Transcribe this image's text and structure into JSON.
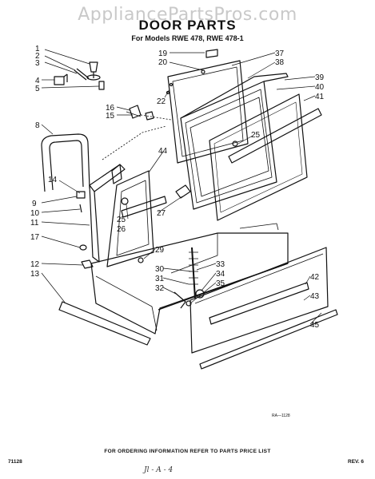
{
  "header": {
    "watermark": "AppliancePartsPros.com",
    "title": "DOOR PARTS",
    "subtitle": "For Models RWE 478, RWE 478-1"
  },
  "callouts": {
    "left": [
      "1",
      "2",
      "3",
      "4",
      "5",
      "8",
      "14",
      "9",
      "10",
      "11",
      "17",
      "12",
      "13"
    ],
    "center": [
      "19",
      "20",
      "22",
      "16",
      "15",
      "44",
      "25",
      "26",
      "27",
      "29",
      "30",
      "31",
      "32"
    ],
    "right": [
      "37",
      "38",
      "39",
      "40",
      "41",
      "25",
      "33",
      "34",
      "35",
      "42",
      "43",
      "45"
    ]
  },
  "footer": {
    "note": "FOR ORDERING INFORMATION REFER TO PARTS PRICE LIST",
    "code_left": "71128",
    "code_right": "REV. 6",
    "figure_code": "RA—1128",
    "signature": "Jl - A - 4"
  }
}
